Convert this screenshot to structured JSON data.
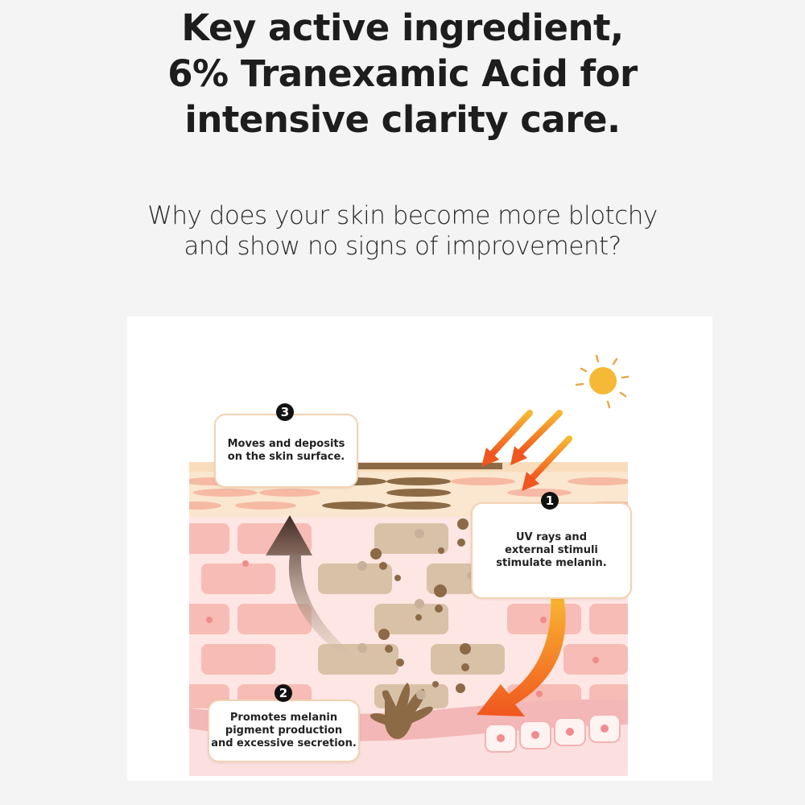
{
  "headline": {
    "lines": [
      "Key active ingredient,",
      "6% Tranexamic Acid for",
      "intensive clarity care."
    ]
  },
  "subheading": {
    "lines": [
      "Why does your skin become more blotchy",
      "and show no signs of improvement?"
    ]
  },
  "diagram": {
    "steps": [
      {
        "number": "1",
        "lines": [
          "UV rays and",
          "external stimuli",
          "stimulate melanin."
        ]
      },
      {
        "number": "2",
        "lines": [
          "Promotes melanin",
          "pigment production",
          "and excessive secretion."
        ]
      },
      {
        "number": "3",
        "lines": [
          "Moves and deposits",
          "on the skin surface."
        ]
      }
    ],
    "colors": {
      "sun": "#f5b935",
      "uv_arrow": "#f37a22",
      "melanin": "#8a6a45",
      "skin_pink": "#f6bcb5",
      "epidermis": "#fbe3c8"
    }
  }
}
